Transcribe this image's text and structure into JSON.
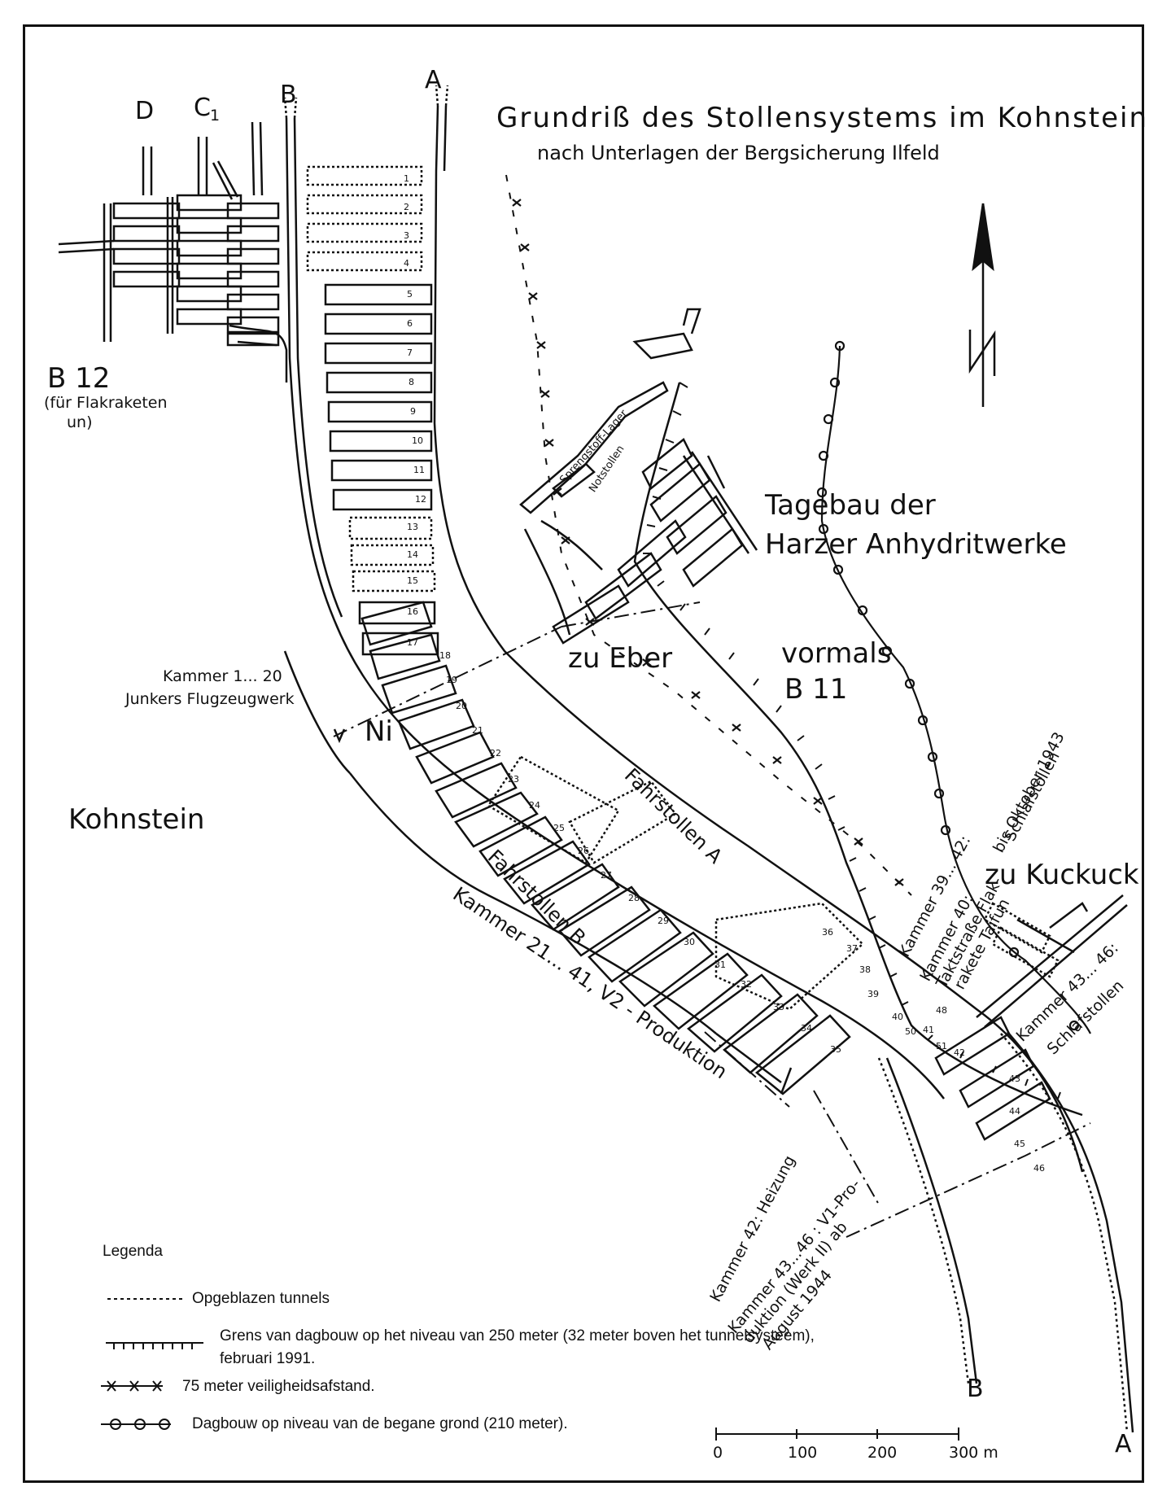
{
  "title": "Grundriß des Stollensystems im Kohnstein",
  "subtitle": "nach Unterlagen der Bergsicherung Ilfeld",
  "tunnel_labels": {
    "d": "D",
    "c1": "C",
    "c1_sub": "1",
    "b_top": "B",
    "a_top": "A",
    "b_bottom": "B",
    "a_bottom": "A"
  },
  "north_label": "N",
  "labels": {
    "b12": "B 12",
    "b12_note1": "(für Flakraketen",
    "b12_note2": "un)",
    "kammer_1_20": "Kammer 1... 20",
    "junkers": "Junkers Flugzeugwerk",
    "ni": "Ni",
    "kohnstein": "Kohnstein",
    "zu_eber": "zu Eber",
    "vormals": "vormals",
    "b11": "B 11",
    "tagebau1": "Tagebau der",
    "tagebau2": "Harzer Anhydritwerke",
    "sprengstoff": "Sprengstoff-Lager",
    "notstollen": "Notstollen",
    "fahrstollen_a": "Fahrstollen A",
    "fahrstollen_b": "Fahrstollen B",
    "kammer_21_41": "Kammer 21... 41, V2 - Produktion",
    "kammer_39_42a": "Kammer 39... 42:",
    "kammer_39_42b": "bis Oktober 1943",
    "kammer_39_42c": "Schlafstollen",
    "kammer_40a": "Kammer 40:",
    "kammer_40b": "Taktstraße Flak-",
    "kammer_40c": "rakete Taifun",
    "zu_kuckuck": "zu Kuckuck",
    "kammer_43_46a": "Kammer 43... 46:",
    "kammer_43_46b": "Schlafstollen",
    "kammer_42": "Kammer 42: Heizung",
    "kammer_43_46_v1a": "Kammer 43...46 : V1-Pro-",
    "kammer_43_46_v1b": "duktion (Werk II) ab",
    "kammer_43_46_v1c": "August 1944"
  },
  "chamber_numbers": [
    "1",
    "2",
    "3",
    "4",
    "5",
    "6",
    "7",
    "8",
    "9",
    "10",
    "11",
    "12",
    "13",
    "14",
    "15",
    "16",
    "17",
    "18",
    "19",
    "20",
    "21",
    "22",
    "23",
    "24",
    "25",
    "26",
    "27",
    "28",
    "29",
    "30",
    "31",
    "32",
    "33",
    "34",
    "35",
    "36",
    "37",
    "38",
    "39",
    "40",
    "41",
    "42",
    "43",
    "44",
    "45",
    "46",
    "48",
    "50",
    "51"
  ],
  "legend": {
    "title": "Legenda",
    "items": [
      {
        "symbol": "dotted",
        "text": "Opgeblazen tunnels"
      },
      {
        "symbol": "hatched",
        "text": "Grens van dagbouw op het niveau van 250 meter (32 meter boven het tunnelsysteem),",
        "text2": "februari 1991."
      },
      {
        "symbol": "cross",
        "text": "75 meter veiligheidsafstand."
      },
      {
        "symbol": "circle",
        "text": "Dagbouw op niveau van de begane grond (210 meter)."
      }
    ]
  },
  "scale": {
    "ticks": [
      "0",
      "100",
      "200",
      "300 m"
    ]
  }
}
